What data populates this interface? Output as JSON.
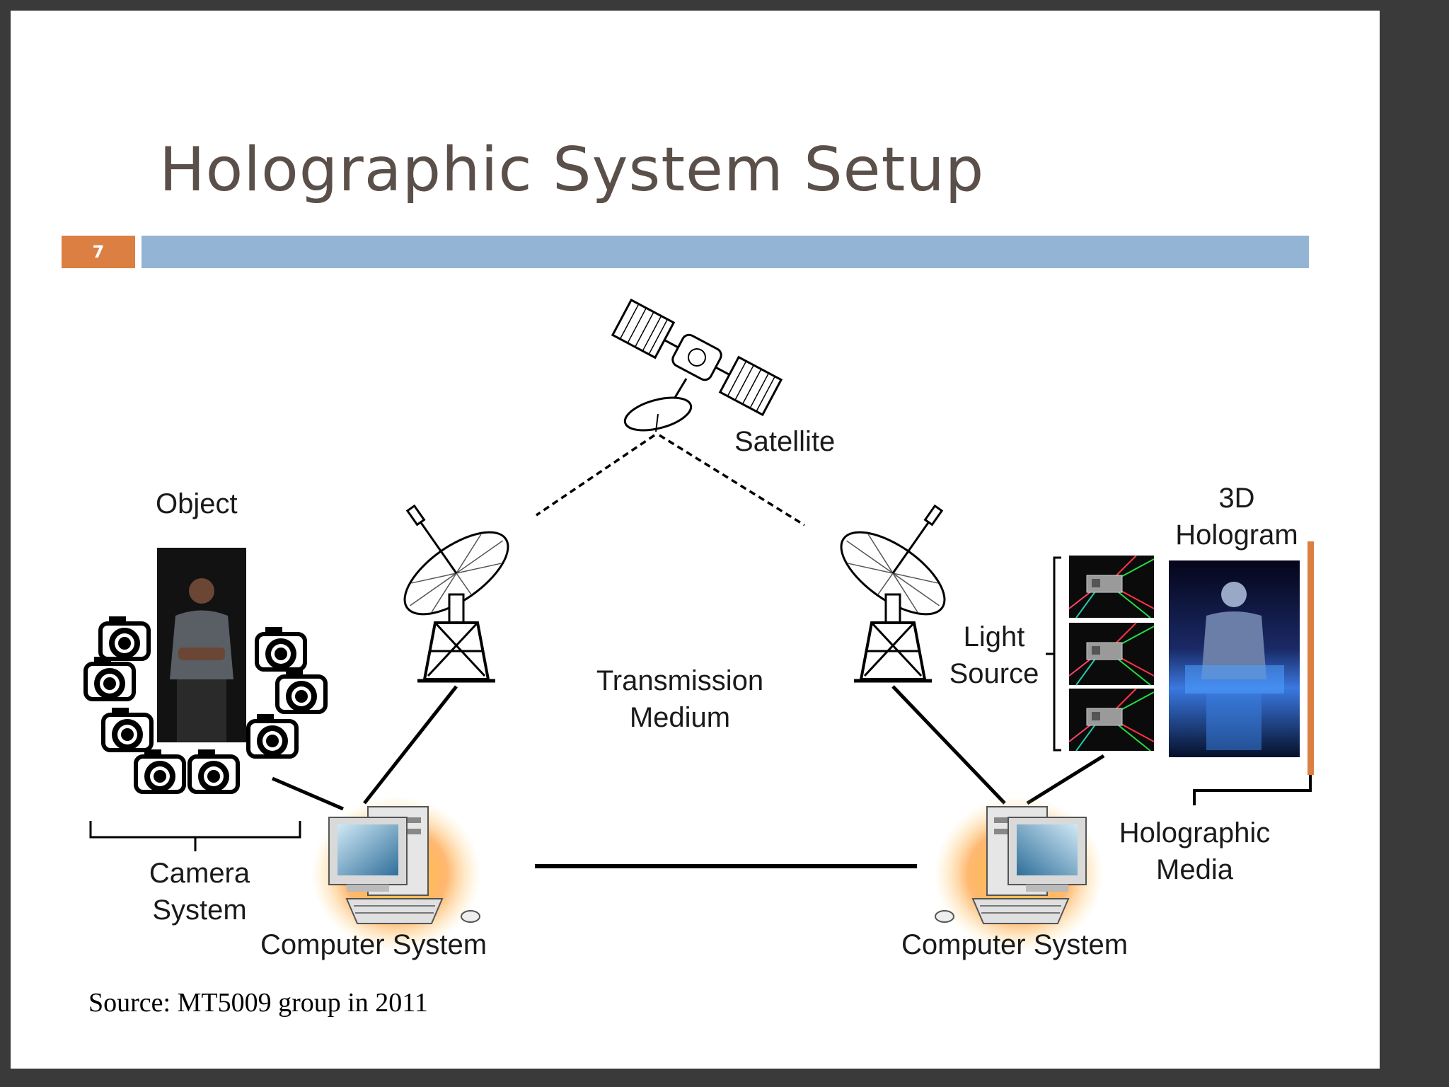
{
  "slide": {
    "title": "Holographic System Setup",
    "number": "7",
    "source": "Source: MT5009 group in 2011",
    "colors": {
      "accent_orange": "#dc7f42",
      "accent_blue": "#93b4d4",
      "title": "#5b4f4a"
    }
  },
  "diagram": {
    "labels": {
      "satellite": "Satellite",
      "object": "Object",
      "camera_system": [
        "Camera",
        "System"
      ],
      "transmission_medium": [
        "Transmission",
        "Medium"
      ],
      "light_source": [
        "Light",
        "Source"
      ],
      "hologram": [
        "3D",
        "Hologram"
      ],
      "holographic_media": [
        "Holographic",
        "Media"
      ],
      "computer_left": "Computer System",
      "computer_right": "Computer System"
    },
    "icons": [
      "satellite-icon",
      "satellite-dish-icon",
      "camera-icon",
      "computer-icon",
      "laser-projector-icon",
      "person-photo",
      "hologram-image"
    ]
  }
}
